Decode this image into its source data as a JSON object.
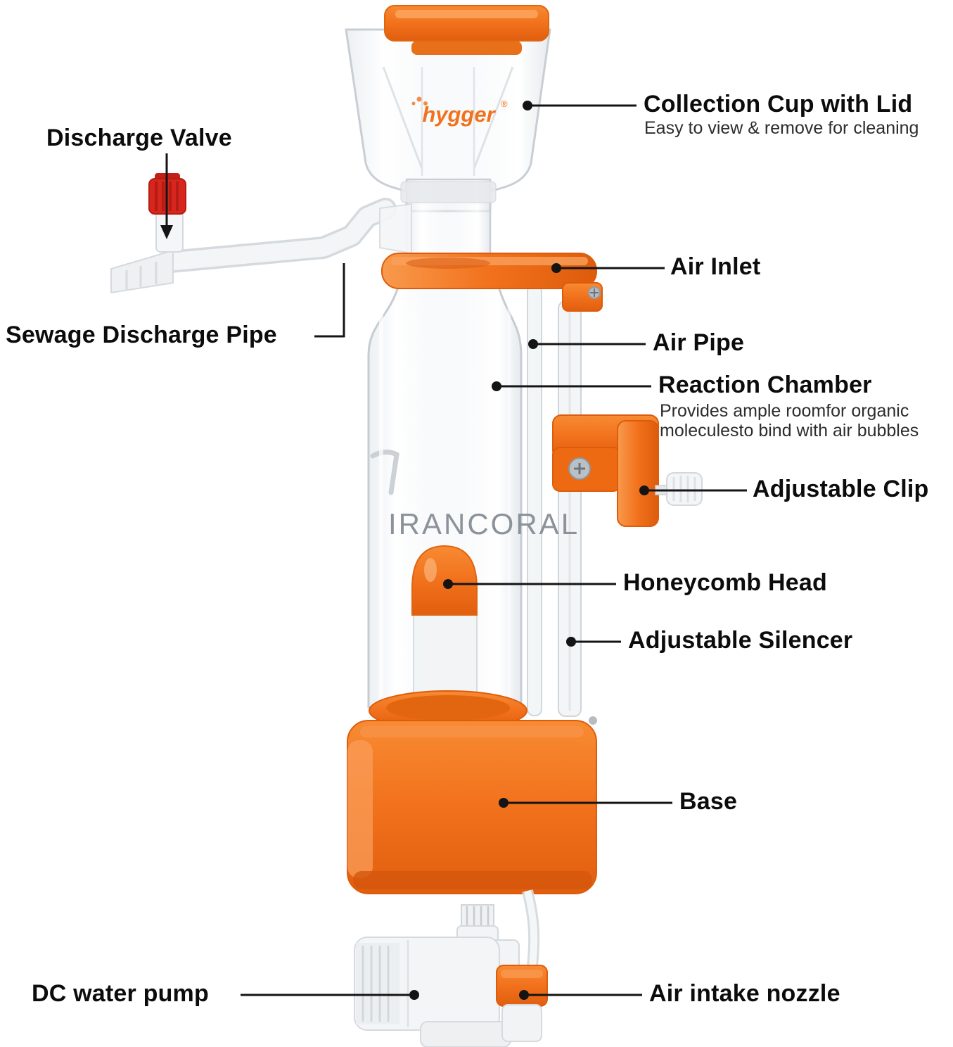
{
  "brand": "hygger",
  "brand_mark": "®",
  "watermark": "IRANCORAL",
  "labels": {
    "collection_cup": {
      "title": "Collection Cup with Lid",
      "subtitle": "Easy to view & remove for cleaning"
    },
    "discharge_valve": {
      "title": "Discharge Valve"
    },
    "sewage_discharge_pipe": {
      "title": "Sewage Discharge Pipe"
    },
    "air_inlet": {
      "title": "Air Inlet"
    },
    "air_pipe": {
      "title": "Air Pipe"
    },
    "reaction_chamber": {
      "title": "Reaction Chamber",
      "subtitle_line1": "Provides ample roomfor organic",
      "subtitle_line2": "moleculesto bind with air bubbles"
    },
    "adjustable_clip": {
      "title": "Adjustable Clip"
    },
    "honeycomb_head": {
      "title": "Honeycomb Head"
    },
    "adjustable_silencer": {
      "title": "Adjustable Silencer"
    },
    "base": {
      "title": "Base"
    },
    "dc_water_pump": {
      "title": "DC water pump"
    },
    "air_intake_nozzle": {
      "title": "Air intake nozzle"
    }
  },
  "colors": {
    "accent_orange": "#F2711C",
    "valve_red": "#D7261D",
    "leader_line": "#141414",
    "watermark_gray": "#8B929A"
  }
}
